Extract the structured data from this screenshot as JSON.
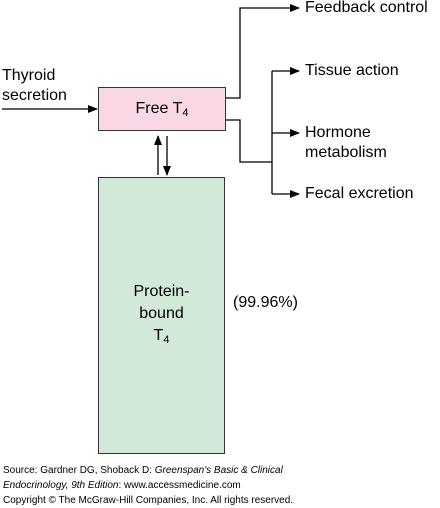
{
  "input": {
    "line1": "Thyroid",
    "line2": "secretion"
  },
  "free_box": {
    "label": "Free T",
    "sub": "4"
  },
  "protein_box": {
    "line1": "Protein-",
    "line2": "bound",
    "line3": "T",
    "line3_sub": "4"
  },
  "percent": "(99.96%)",
  "outputs": {
    "feedback": "Feedback control",
    "tissue": "Tissue action",
    "metabolism_line1": "Hormone",
    "metabolism_line2": "metabolism",
    "fecal": "Fecal excretion"
  },
  "footer": {
    "source_prefix": "Source: Gardner DG, Shoback D: ",
    "source_title_1": "Greenspan's Basic & Clinical",
    "source_title_2": "Endocrinology, 9th Edition",
    "source_suffix": ": www.accessmedicine.com",
    "copyright": "Copyright © The McGraw-Hill Companies, Inc. All rights reserved."
  }
}
